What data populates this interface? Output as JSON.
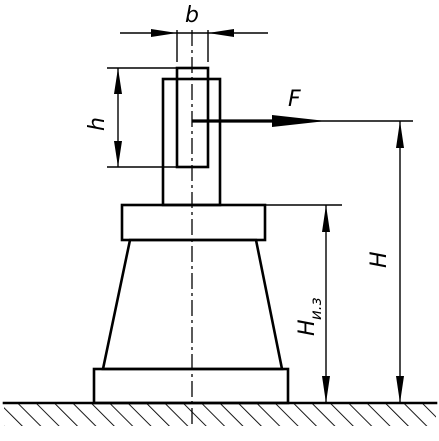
{
  "labels": {
    "b": "b",
    "h": "h",
    "F": "F",
    "H": "H",
    "H_iz_main": "H",
    "H_iz_sub": "и.з"
  }
}
